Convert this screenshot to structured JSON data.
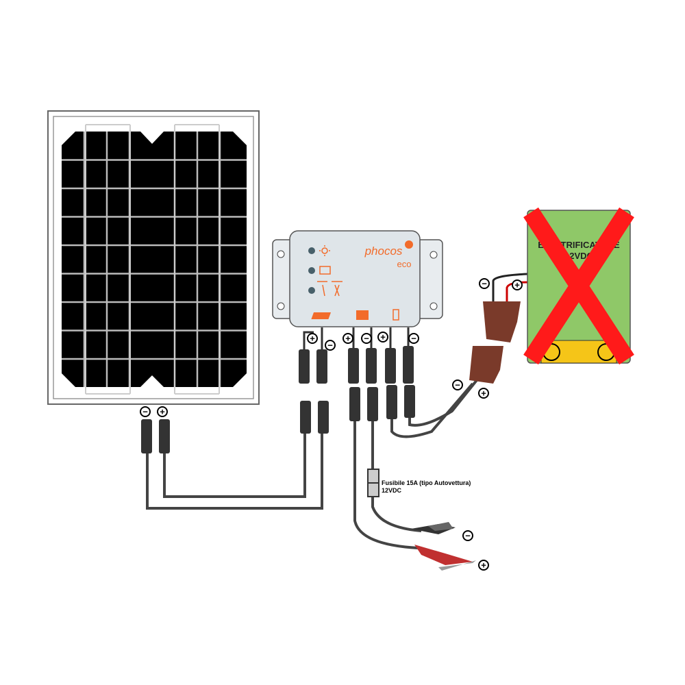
{
  "controller": {
    "brand": "phocos",
    "model": "eco"
  },
  "fuse": {
    "line1": "Fusibile 15A (tipo Autovettura)",
    "line2": "12VDC"
  },
  "device": {
    "line1": "ELETTRIFICATORE",
    "line2": "12VDC",
    "crossed_out": true
  },
  "symbols": {
    "plus": "+",
    "minus": "−"
  },
  "colors": {
    "cross": "#ff1a1a",
    "device": "#8fc868",
    "device_base": "#f5c518",
    "controller_accent": "#f26b2a",
    "connector": "#7a3a2a"
  }
}
